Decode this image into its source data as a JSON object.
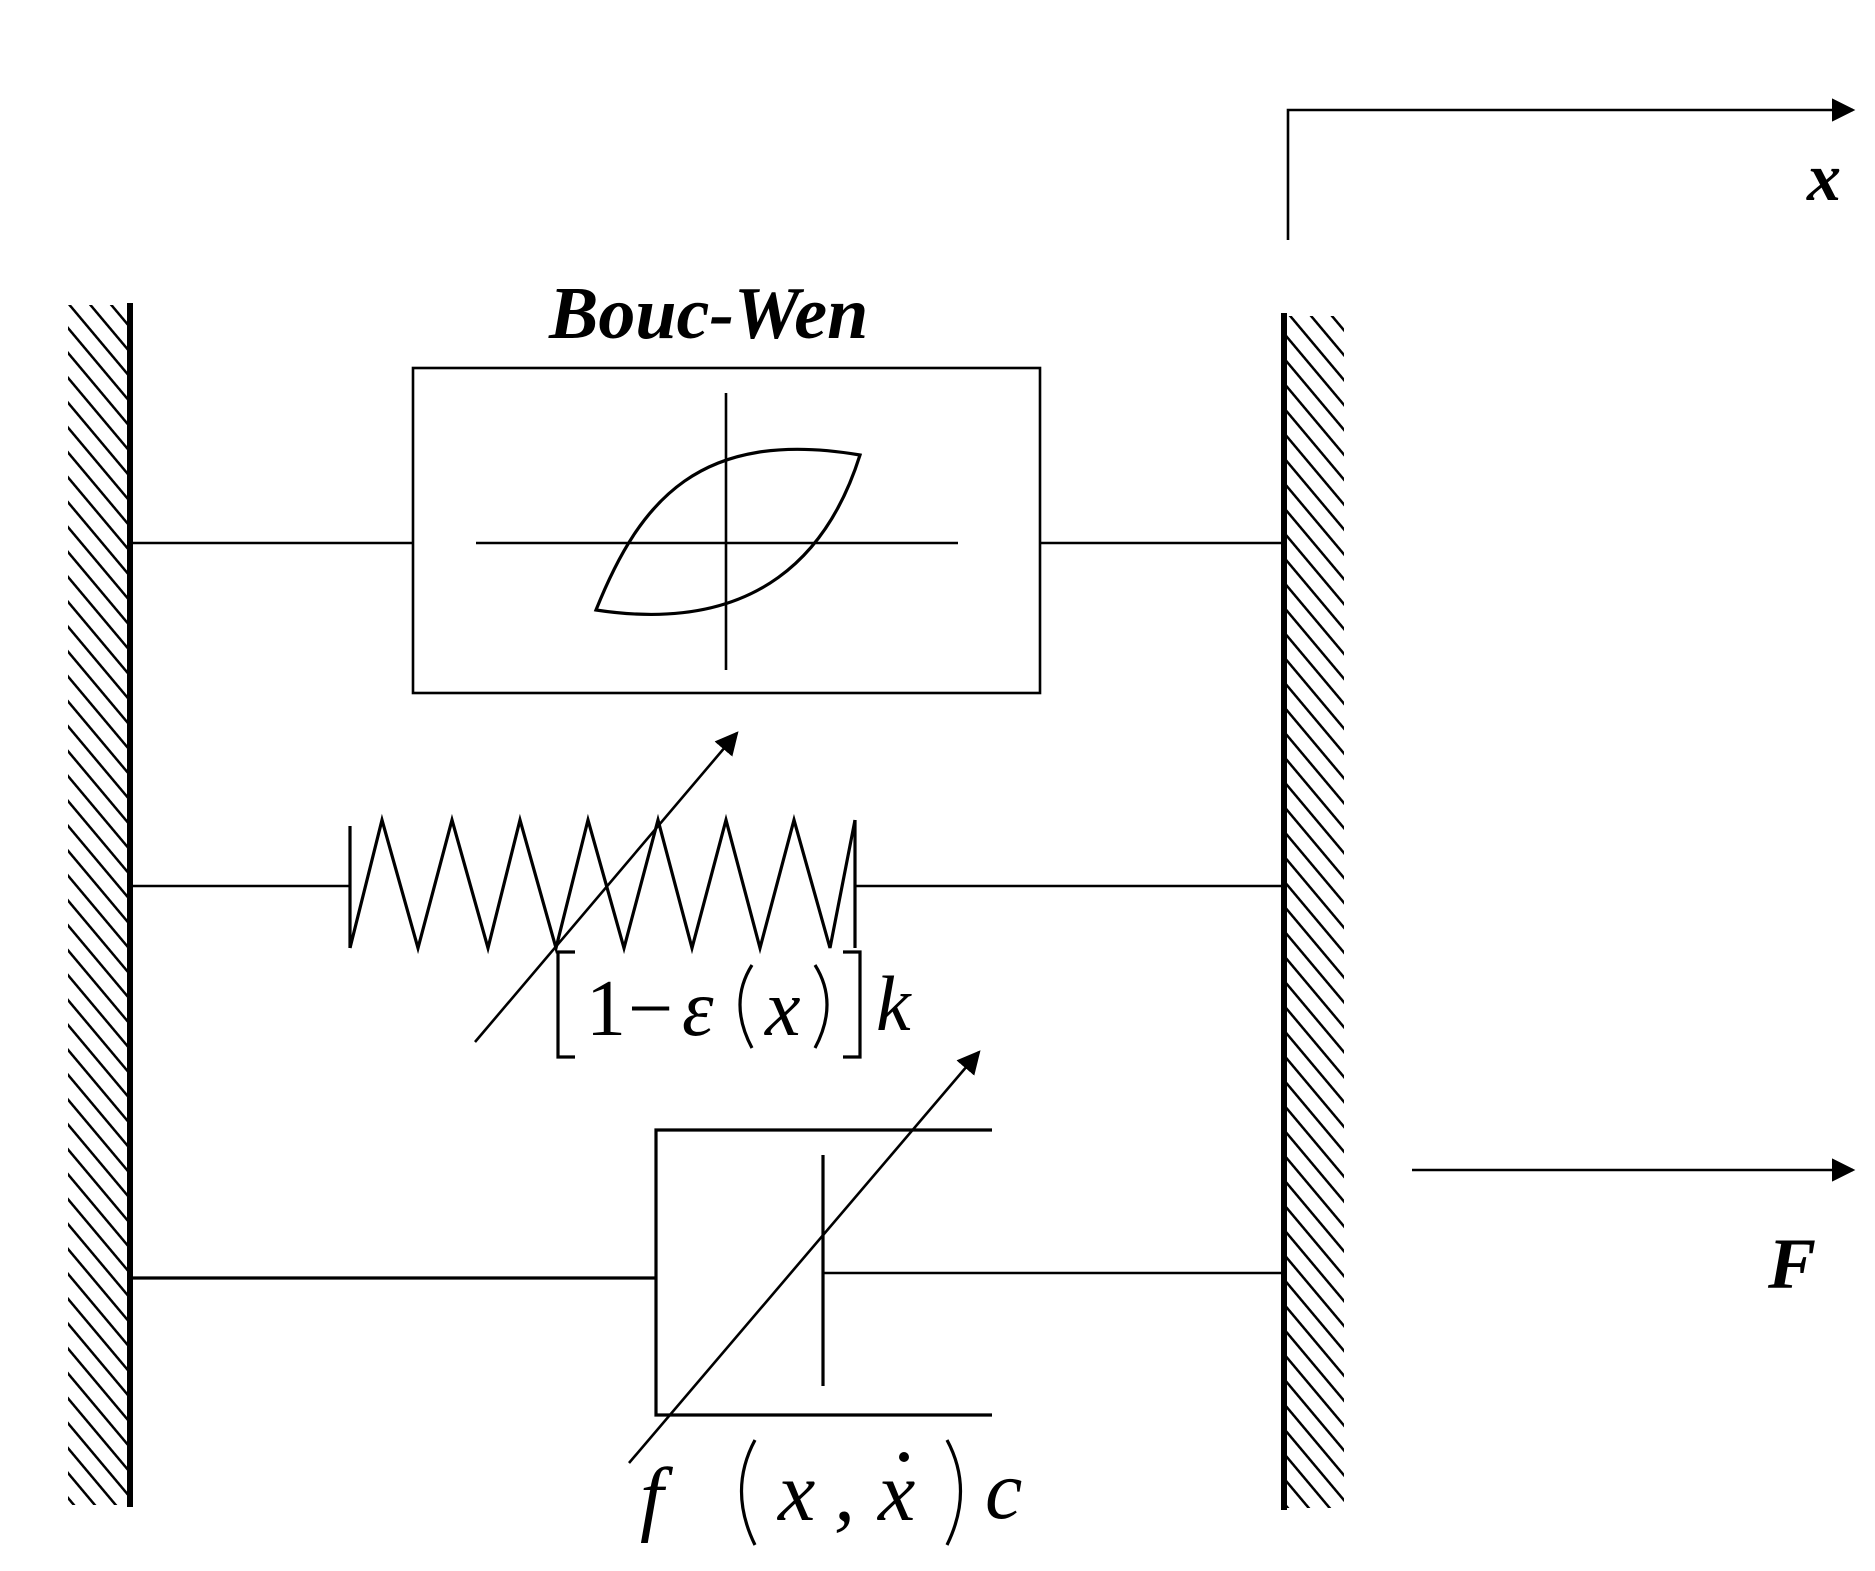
{
  "diagram": {
    "bouc_wen_label": "Bouc-Wen",
    "displacement_label": "x",
    "force_label": "F",
    "spring_label": {
      "one": "1",
      "minus": "−",
      "epsilon": "ε",
      "x": "x",
      "k": "k"
    },
    "damper_label": {
      "f": "f",
      "x": "x",
      "comma": ",",
      "xdot": "x",
      "c": "c"
    },
    "colors": {
      "line": "#000000",
      "background": "#ffffff"
    }
  }
}
